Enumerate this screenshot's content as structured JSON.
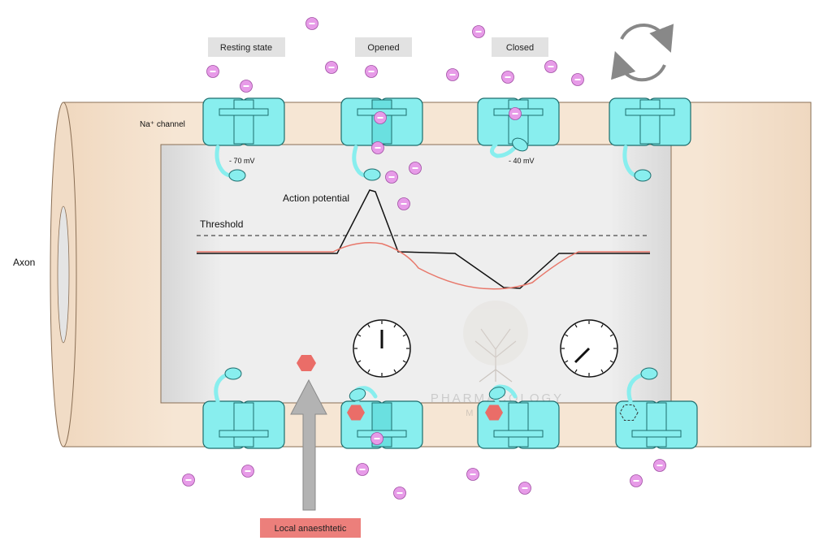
{
  "labels": {
    "resting_state": "Resting state",
    "opened": "Opened",
    "closed": "Closed",
    "na_channel": "Na⁺ channel",
    "axon": "Axon",
    "mv_rest": "- 70 mV",
    "mv_closed": "- 40 mV",
    "action_potential": "Action potential",
    "threshold": "Threshold",
    "local_anaesthetic": "Local anaesthtetic",
    "watermark_top": "PHARMACOLOGY",
    "watermark_bottom": "MENTOR"
  },
  "icons": {
    "cycle": "cycle-arrows-icon",
    "clock": "clock-icon",
    "ion": "minus-ion-icon",
    "drug": "hexagon-drug-icon"
  },
  "colors": {
    "axon_fill": "#f4e0c9",
    "axon_inner": "#e3e3e3",
    "channel": "#88eeee",
    "channel_stroke": "#1d6d6d",
    "ion": "#e79be8",
    "drug": "#ea6d68",
    "label_bg": "#e2e2e2",
    "anaesthetic_bg": "#ec7f7b",
    "ap_line": "#111111",
    "blocked_line": "#e8776a",
    "arrow": "#b3b3b3"
  }
}
